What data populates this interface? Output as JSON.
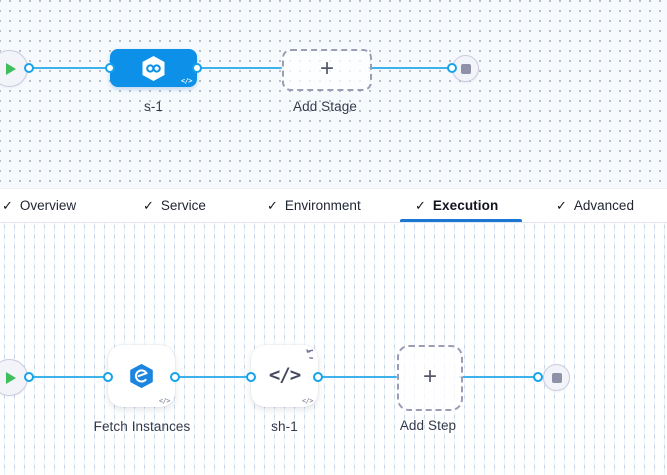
{
  "stage_canvas": {
    "stage": {
      "label": "s-1",
      "icon": "cd-stage-icon"
    },
    "add_stage": {
      "label": "Add Stage"
    }
  },
  "tab_bar": {
    "tabs": [
      {
        "label": "Overview",
        "checked": true,
        "selected": false
      },
      {
        "label": "Service",
        "checked": true,
        "selected": false
      },
      {
        "label": "Environment",
        "checked": true,
        "selected": false
      },
      {
        "label": "Execution",
        "checked": true,
        "selected": true
      },
      {
        "label": "Advanced",
        "checked": true,
        "selected": false
      }
    ]
  },
  "execution_canvas": {
    "steps": [
      {
        "label": "Fetch Instances",
        "icon": "fetch-instances-icon",
        "looping": false
      },
      {
        "label": "sh-1",
        "icon": "shell-script-icon",
        "looping": true
      }
    ],
    "add_step": {
      "label": "Add Step"
    }
  },
  "icons": {
    "check_glyph": "✓",
    "plus_glyph": "+",
    "code_glyph": "</>",
    "shell_glyph": "</>"
  },
  "colors": {
    "stage_node_blue": "#0C90E8",
    "connector_blue": "#3DB2EB",
    "port_border_blue": "#17A3EA",
    "tab_underline_blue": "#1B76D2",
    "play_green": "#3FBF5C",
    "end_square_gray": "#8F91A7",
    "dashed_border": "#9C9DB4",
    "stage_canvas_bg": "#F6FAFD"
  }
}
